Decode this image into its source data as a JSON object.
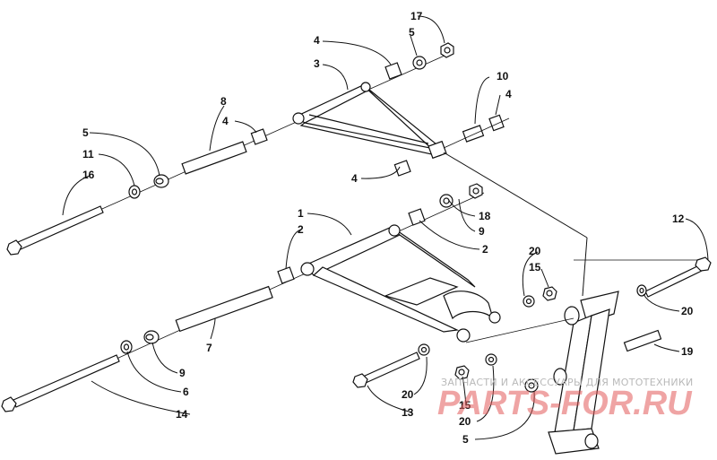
{
  "diagram": {
    "callouts": [
      {
        "id": "c17a",
        "text": "17"
      },
      {
        "id": "c5a",
        "text": "5"
      },
      {
        "id": "c4a",
        "text": "4"
      },
      {
        "id": "c3",
        "text": "3"
      },
      {
        "id": "c10",
        "text": "10"
      },
      {
        "id": "c4b",
        "text": "4"
      },
      {
        "id": "c8",
        "text": "8"
      },
      {
        "id": "c4c",
        "text": "4"
      },
      {
        "id": "c5b",
        "text": "5"
      },
      {
        "id": "c11",
        "text": "11"
      },
      {
        "id": "c16",
        "text": "16"
      },
      {
        "id": "c4d",
        "text": "4"
      },
      {
        "id": "c1",
        "text": "1"
      },
      {
        "id": "c2a",
        "text": "2"
      },
      {
        "id": "c18",
        "text": "18"
      },
      {
        "id": "c9a",
        "text": "9"
      },
      {
        "id": "c2b",
        "text": "2"
      },
      {
        "id": "c12",
        "text": "12"
      },
      {
        "id": "c20a",
        "text": "20"
      },
      {
        "id": "c15a",
        "text": "15"
      },
      {
        "id": "c20b",
        "text": "20"
      },
      {
        "id": "c7",
        "text": "7"
      },
      {
        "id": "c9b",
        "text": "9"
      },
      {
        "id": "c6",
        "text": "6"
      },
      {
        "id": "c14",
        "text": "14"
      },
      {
        "id": "c19",
        "text": "19"
      },
      {
        "id": "c20c",
        "text": "20"
      },
      {
        "id": "c13",
        "text": "13"
      },
      {
        "id": "c15b",
        "text": "15"
      },
      {
        "id": "c20d",
        "text": "20"
      },
      {
        "id": "c5c",
        "text": "5"
      }
    ]
  },
  "watermark": {
    "line1": "ЗАПЧАСТИ И АКСЕССУАРЫ ДЛЯ МОТОТЕХНИКИ",
    "line2": "PARTS-FOR.RU"
  }
}
